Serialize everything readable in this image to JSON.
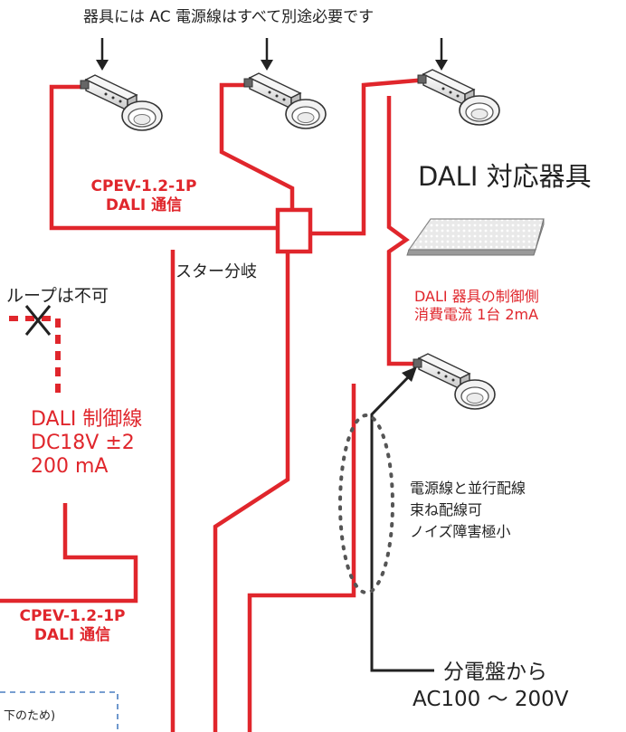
{
  "top_note": "器具には AC 電源線はすべて別途必要です",
  "dali_fixtures": "DALI 対応器具",
  "cable_top": {
    "line1": "CPEV-1.2-1P",
    "line2": "DALI 通信"
  },
  "star_branch": "スター分岐",
  "loop": "ループは不可",
  "consumption": {
    "line1": "DALI 器具の制御側",
    "line2": "消費電流 1台 2mA"
  },
  "control_line": {
    "line1": "DALI 制御線",
    "line2": "DC18V ±2",
    "line3": "200 mA"
  },
  "parallel": {
    "line1": "電源線と並行配線",
    "line2": "束ね配線可",
    "line3": "ノイズ障害極小"
  },
  "cable_bottom": {
    "line1": "CPEV-1.2-1P",
    "line2": "DALI 通信"
  },
  "distribution": {
    "line1": "分電盤から",
    "line2": "AC100 ～ 200V"
  },
  "dashed_note": "下のため)",
  "colors": {
    "dali_line": "#e0262c",
    "text": "#222222",
    "dotted_loop": "#555555",
    "note_box": "#4a7fc1"
  }
}
